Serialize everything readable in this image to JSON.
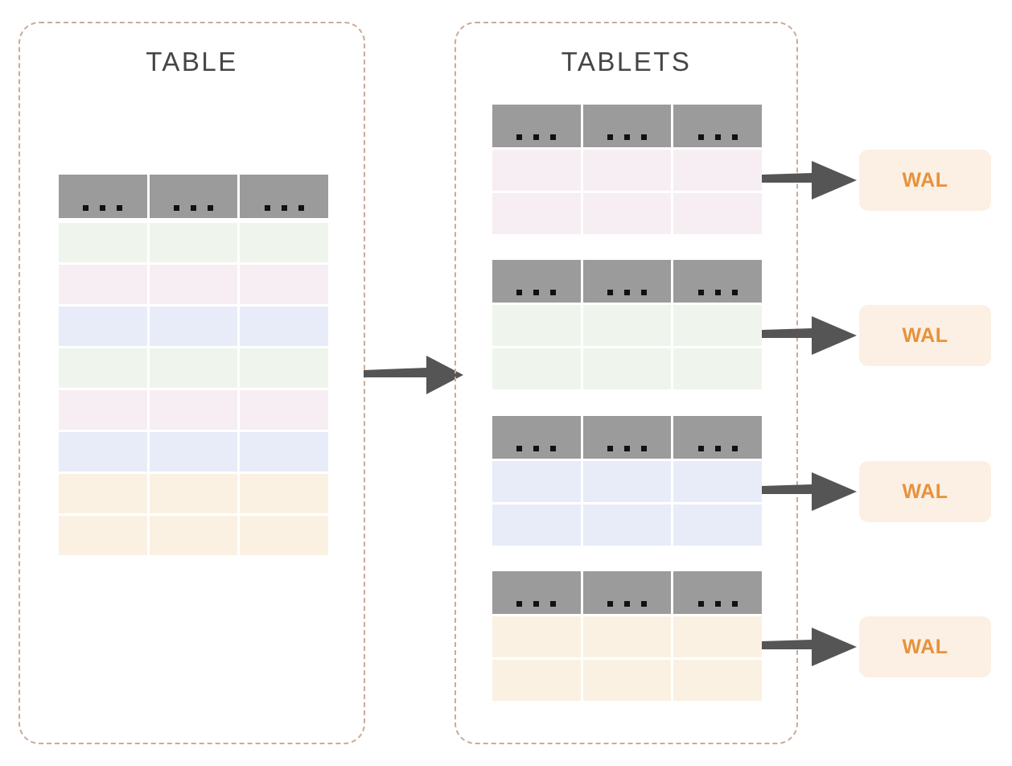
{
  "diagram": {
    "title_table": "TABLE",
    "title_tablets": "TABLETS",
    "wal_label": "WAL",
    "header_cell_text": "...",
    "colors": {
      "panel_border": "#cbab97",
      "header_gray": "#9b9b9b",
      "arrow_gray": "#555555",
      "title_text": "#454545",
      "wal_bg": "#fbf0e3",
      "wal_text": "#e8913c",
      "row_green": "#eff5ed",
      "row_pink": "#f6eef2",
      "row_blue": "#e7ecf8",
      "row_orange": "#faf1e3",
      "background": "#ffffff"
    }
  },
  "table_panel": {
    "title": "TABLE",
    "columns": 3,
    "header_row": {
      "label": "...",
      "fill": "#9b9b9b"
    },
    "rows": [
      {
        "index": 1,
        "fill": "#eff5ed",
        "group": "green"
      },
      {
        "index": 2,
        "fill": "#f6eef2",
        "group": "pink"
      },
      {
        "index": 3,
        "fill": "#e7ecf8",
        "group": "blue"
      },
      {
        "index": 4,
        "fill": "#eff5ed",
        "group": "green"
      },
      {
        "index": 5,
        "fill": "#f6eef2",
        "group": "pink"
      },
      {
        "index": 6,
        "fill": "#e7ecf8",
        "group": "blue"
      },
      {
        "index": 7,
        "fill": "#faf1e3",
        "group": "orange"
      },
      {
        "index": 8,
        "fill": "#faf1e3",
        "group": "orange"
      }
    ]
  },
  "tablets_panel": {
    "title": "TABLETS",
    "tablets": [
      {
        "id": 1,
        "columns": 3,
        "header_label": "...",
        "rows": [
          {
            "fill": "#f6eef2"
          },
          {
            "fill": "#f6eef2"
          }
        ],
        "wal": "WAL"
      },
      {
        "id": 2,
        "columns": 3,
        "header_label": "...",
        "rows": [
          {
            "fill": "#eff5ed"
          },
          {
            "fill": "#eff5ed"
          }
        ],
        "wal": "WAL"
      },
      {
        "id": 3,
        "columns": 3,
        "header_label": "...",
        "rows": [
          {
            "fill": "#e7ecf8"
          },
          {
            "fill": "#e7ecf8"
          }
        ],
        "wal": "WAL"
      },
      {
        "id": 4,
        "columns": 3,
        "header_label": "...",
        "rows": [
          {
            "fill": "#faf1e3"
          },
          {
            "fill": "#faf1e3"
          }
        ],
        "wal": "WAL"
      }
    ]
  },
  "arrows": {
    "table_to_tablets": "arrow-right",
    "tablet_to_wal": "arrow-right"
  }
}
